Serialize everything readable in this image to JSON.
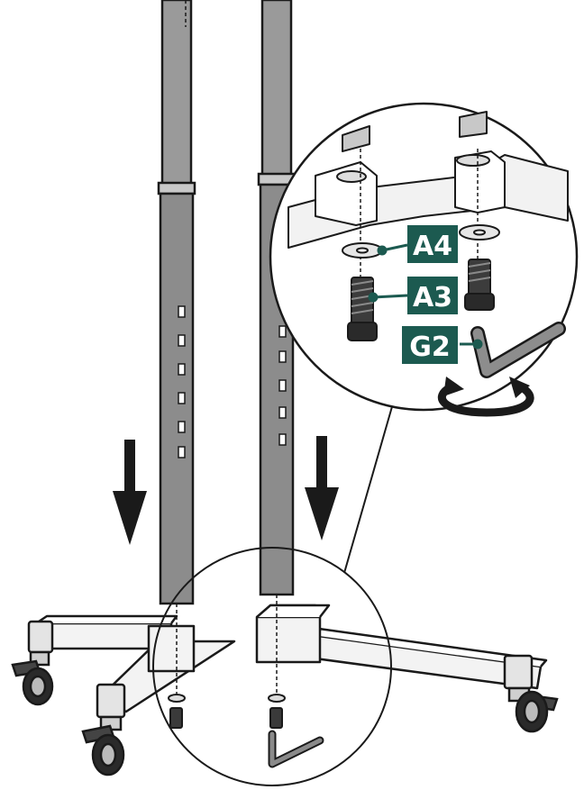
{
  "labels": {
    "a4": "A4",
    "a3": "A3",
    "g2": "G2"
  },
  "colors": {
    "label_bg": "#1c5a50",
    "pole": "#9a9a9a",
    "pole_dark": "#6e6e6e",
    "outline": "#1a1a1a",
    "base_fill": "#f3f3f3"
  },
  "icons": {
    "arrow": "down-arrow-icon",
    "rotate": "rotate-arrow-icon",
    "wrench": "hex-key-icon"
  }
}
